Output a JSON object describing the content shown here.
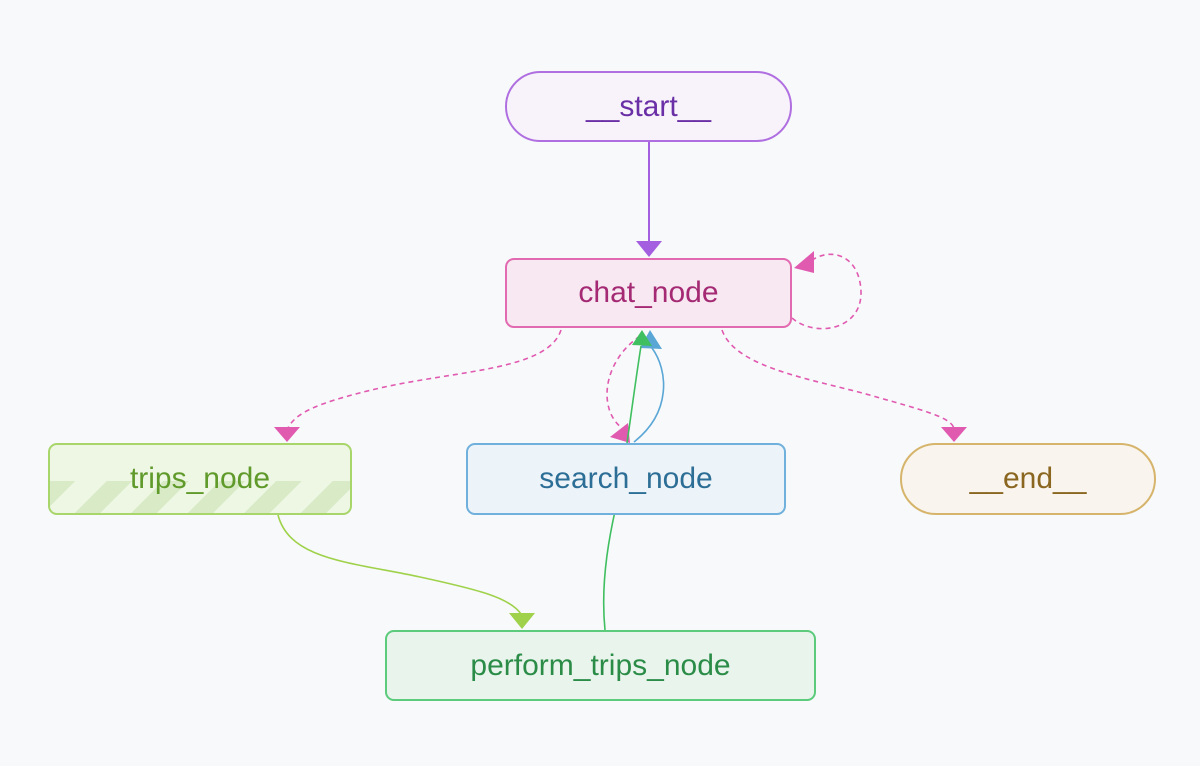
{
  "diagram": {
    "nodes": [
      {
        "id": "start",
        "label": "__start__"
      },
      {
        "id": "chat",
        "label": "chat_node"
      },
      {
        "id": "trips",
        "label": "trips_node"
      },
      {
        "id": "search",
        "label": "search_node"
      },
      {
        "id": "end",
        "label": "__end__"
      },
      {
        "id": "perform",
        "label": "perform_trips_node"
      }
    ],
    "edges": [
      {
        "from": "start",
        "to": "chat",
        "style": "solid",
        "color": "#a45ee0"
      },
      {
        "from": "chat",
        "to": "chat",
        "style": "dashed",
        "color": "#e05ab0"
      },
      {
        "from": "chat",
        "to": "trips",
        "style": "dashed",
        "color": "#e05ab0"
      },
      {
        "from": "chat",
        "to": "search",
        "style": "dashed",
        "color": "#e05ab0"
      },
      {
        "from": "chat",
        "to": "end",
        "style": "dashed",
        "color": "#e05ab0"
      },
      {
        "from": "search",
        "to": "chat",
        "style": "solid",
        "color": "#5aa7d6"
      },
      {
        "from": "perform",
        "to": "chat",
        "style": "solid",
        "color": "#3fbf5f"
      },
      {
        "from": "trips",
        "to": "perform",
        "style": "solid",
        "color": "#9fd24a"
      }
    ]
  }
}
